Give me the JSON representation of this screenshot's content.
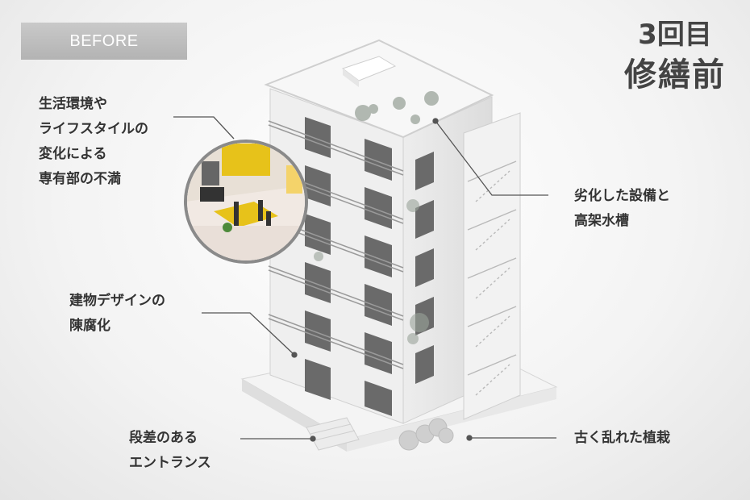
{
  "badge": "BEFORE",
  "title": {
    "line1": "3回目",
    "line2": "修繕前"
  },
  "labels": {
    "interior": [
      "生活環境や",
      "ライフスタイルの",
      "変化による",
      "専有部の不満"
    ],
    "design": [
      "建物デザインの",
      "陳腐化"
    ],
    "entrance": [
      "段差のある",
      "エントランス"
    ],
    "equipment": [
      "劣化した設備と",
      "高架水槽"
    ],
    "plants": [
      "古く乱れた植栽"
    ]
  },
  "colors": {
    "leader": "#555555",
    "text": "#333333",
    "badge_bg": "#bdbdbd",
    "glass": "#6a6a6a",
    "kitchen_yellow": "#e7c21a"
  }
}
